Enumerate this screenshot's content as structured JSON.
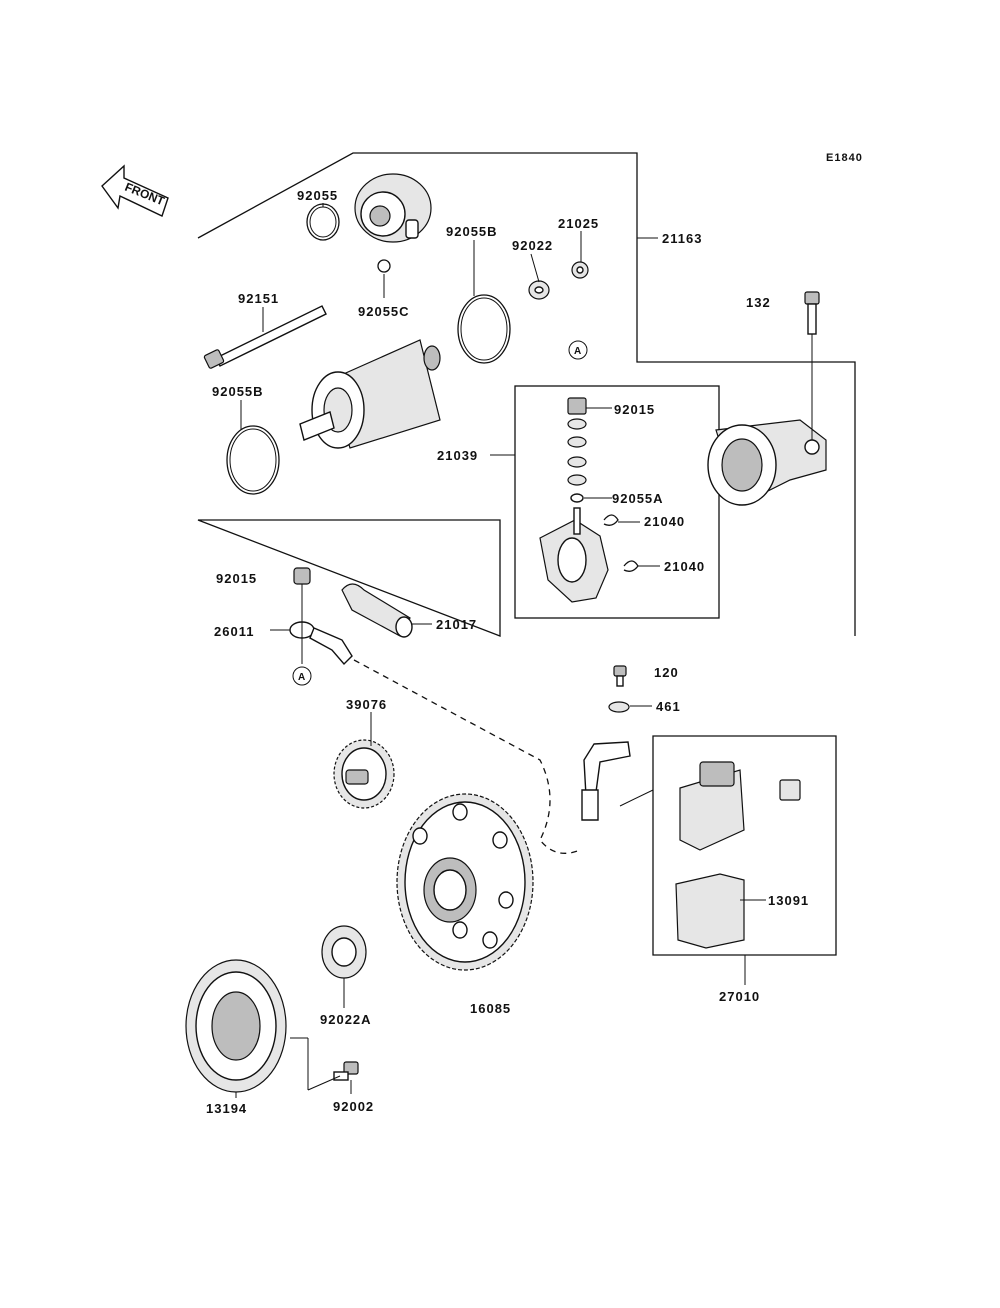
{
  "diagram_code": "E1840",
  "front_label": "FRONT",
  "ref_marker": "A",
  "labels": {
    "p92055": "92055",
    "p92151": "92151",
    "p92055C": "92055C",
    "p92055B_top": "92055B",
    "p92022": "92022",
    "p21025": "21025",
    "p21163": "21163",
    "p132": "132",
    "p92055B_left": "92055B",
    "p92015_top": "92015",
    "p21039": "21039",
    "p92055A": "92055A",
    "p21040_a": "21040",
    "p21040_b": "21040",
    "p92015_left": "92015",
    "p26011": "26011",
    "p21017": "21017",
    "p120": "120",
    "p461": "461",
    "p39076": "39076",
    "p13091": "13091",
    "p27010": "27010",
    "p16085": "16085",
    "p92022A": "92022A",
    "p13194": "13194",
    "p92002": "92002"
  }
}
